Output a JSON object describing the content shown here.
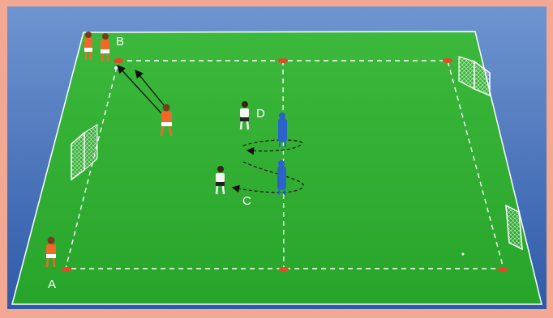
{
  "labels": {
    "a": "A",
    "b": "B",
    "c": "C",
    "d": "D"
  },
  "colors": {
    "border": "#f2a893",
    "background": "#3f6fb8",
    "pitch": "#2fae2f",
    "lines": "#ffffff",
    "cone": "#e8462a",
    "team_orange": "#ef6a2a",
    "team_white": "#f4f4f4",
    "mannequin": "#2b63c9",
    "arrow": "#111111"
  },
  "icons": {
    "goal": "goal-icon",
    "cone": "cone-icon",
    "player": "player-icon",
    "mannequin": "mannequin-icon"
  }
}
